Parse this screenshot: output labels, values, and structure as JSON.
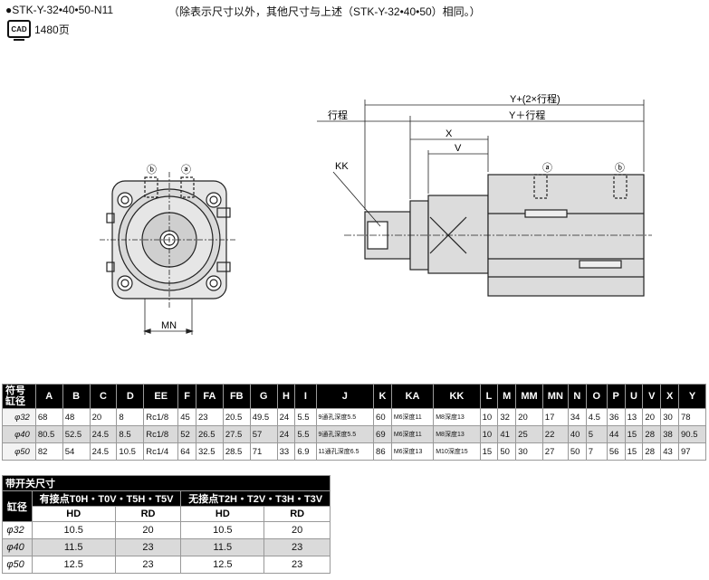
{
  "header": {
    "model": "●STK-Y-32•40•50-N11",
    "note": "（除表示尺寸以外，其他尺寸与上述（STK-Y-32•40•50）相同。）",
    "cad_badge": "CAD",
    "cad_page": "1480页"
  },
  "drawing": {
    "label_b": "ⓑ",
    "label_a": "ⓐ",
    "mn": "MN",
    "kk": "KK",
    "stroke": "行程",
    "y_2x_stroke": "Y+(2×行程)",
    "y_stroke": "Y＋行程",
    "x": "X",
    "v": "V"
  },
  "table1": {
    "head_symbol": "符号",
    "head_bore": "缸径",
    "columns": [
      "A",
      "B",
      "C",
      "D",
      "EE",
      "F",
      "FA",
      "FB",
      "G",
      "H",
      "I",
      "J",
      "K",
      "KA",
      "KK",
      "L",
      "M",
      "MM",
      "MN",
      "N",
      "O",
      "P",
      "U",
      "V",
      "X",
      "Y"
    ],
    "rows": [
      {
        "size": "φ32",
        "cells": [
          "68",
          "48",
          "20",
          "8",
          "Rc1/8",
          "45",
          "23",
          "20.5",
          "49.5",
          "24",
          "5.5",
          "9通孔深度5.5",
          "60",
          "M6深度11",
          "M8深度13",
          "10",
          "32",
          "20",
          "17",
          "34",
          "4.5",
          "36",
          "13",
          "20",
          "30",
          "78"
        ]
      },
      {
        "size": "φ40",
        "cells": [
          "80.5",
          "52.5",
          "24.5",
          "8.5",
          "Rc1/8",
          "52",
          "26.5",
          "27.5",
          "57",
          "24",
          "5.5",
          "9通孔深度5.5",
          "69",
          "M6深度11",
          "M8深度13",
          "10",
          "41",
          "25",
          "22",
          "40",
          "5",
          "44",
          "15",
          "28",
          "38",
          "90.5"
        ]
      },
      {
        "size": "φ50",
        "cells": [
          "82",
          "54",
          "24.5",
          "10.5",
          "Rc1/4",
          "64",
          "32.5",
          "28.5",
          "71",
          "33",
          "6.9",
          "11通孔深度6.5",
          "86",
          "M6深度13",
          "M10深度15",
          "15",
          "50",
          "30",
          "27",
          "50",
          "7",
          "56",
          "15",
          "28",
          "43",
          "97"
        ]
      }
    ]
  },
  "table2": {
    "title": "带开关尺寸",
    "bore": "缸径",
    "group1": "有接点T0H・T0V・T5H・T5V",
    "group2": "无接点T2H・T2V・T3H・T3V",
    "sub": [
      "HD",
      "RD",
      "HD",
      "RD"
    ],
    "rows": [
      {
        "size": "φ32",
        "cells": [
          "10.5",
          "20",
          "10.5",
          "20"
        ]
      },
      {
        "size": "φ40",
        "cells": [
          "11.5",
          "23",
          "11.5",
          "23"
        ]
      },
      {
        "size": "φ50",
        "cells": [
          "12.5",
          "23",
          "12.5",
          "23"
        ]
      }
    ]
  }
}
